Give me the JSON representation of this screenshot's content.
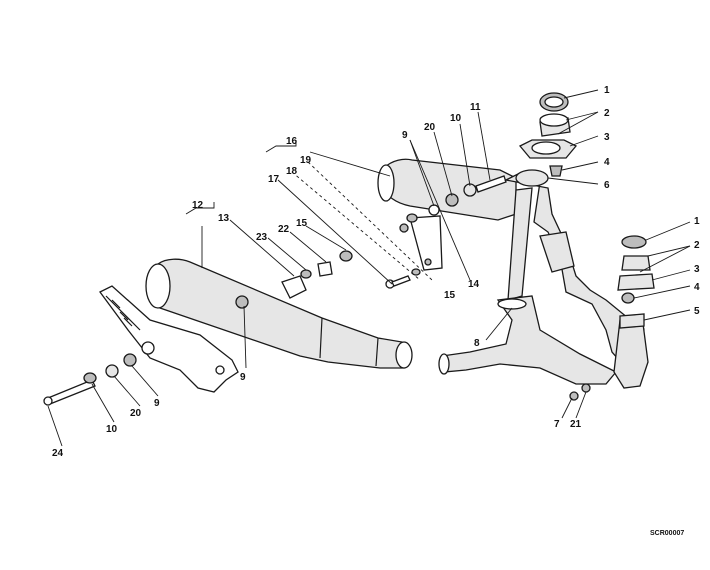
{
  "diagram": {
    "drawing_code": "SCR00007",
    "callouts": {
      "c1_top": "1",
      "c2_top": "2",
      "c3_top": "3",
      "c4_top": "4",
      "c6": "6",
      "c11": "11",
      "c10_top": "10",
      "c20_top": "20",
      "c9_top": "9",
      "c16": "16",
      "c19": "19",
      "c18": "18",
      "c17": "17",
      "c14": "14",
      "c15_mid": "15",
      "c8": "8",
      "c12": "12",
      "c13": "13",
      "c23": "23",
      "c22": "22",
      "c15_left": "15",
      "c9_mid": "9",
      "c9_left": "9",
      "c20_left": "20",
      "c10_left": "10",
      "c24": "24",
      "c1_right": "1",
      "c2_right": "2",
      "c3_right": "3",
      "c4_right": "4",
      "c5": "5",
      "c7": "7",
      "c21": "21"
    }
  }
}
